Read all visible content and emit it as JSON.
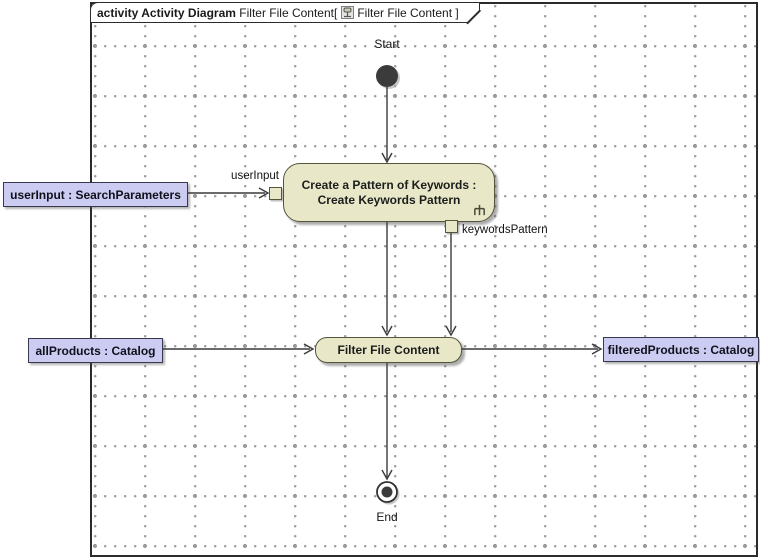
{
  "frame": {
    "title_keyword": "activity Activity Diagram",
    "title_name": " Filter File Content",
    "bracket_open": "[",
    "title_ref": "Filter File Content",
    "bracket_close": " ]",
    "icon": "activity-diagram-icon"
  },
  "nodes": {
    "start_label": "Start",
    "end_label": "End",
    "action_create": "Create a Pattern of Keywords :\nCreate Keywords Pattern",
    "action_create_icon": "rake-icon",
    "action_filter": "Filter File Content",
    "object_user_input": "userInput : SearchParameters",
    "object_all_products": "allProducts : Catalog",
    "object_filtered_products": "filteredProducts : Catalog"
  },
  "pins": {
    "input_pin_label": "userInput",
    "output_pin_label": "keywordsPattern"
  },
  "colors": {
    "action_fill": "#e8e8c9",
    "action_border": "#55553e",
    "object_fill": "#ccccf2",
    "object_border": "#38384e",
    "edge": "#3a3a3a",
    "grid_dot": "#9d9d9d"
  }
}
